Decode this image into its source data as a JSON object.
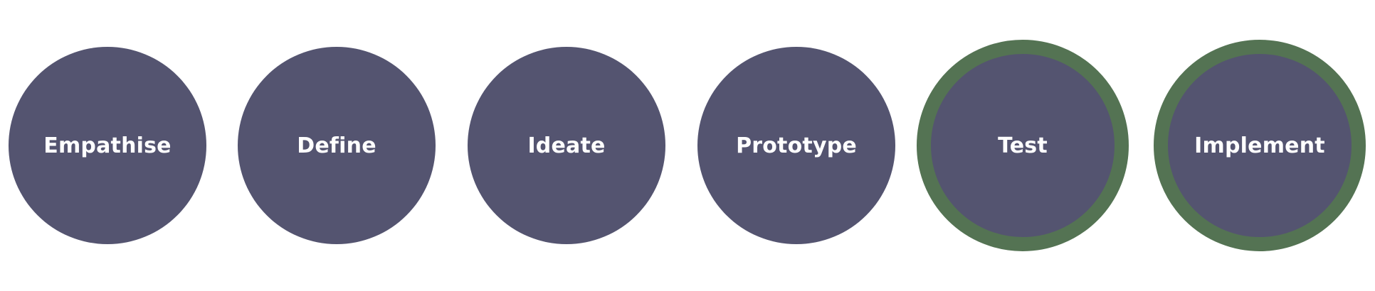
{
  "colors": {
    "circle_fill": "#545470",
    "highlight_ring": "#547353",
    "label_text": "#ffffff",
    "background": "#ffffff"
  },
  "stages": [
    {
      "label": "Empathise",
      "highlighted": false
    },
    {
      "label": "Define",
      "highlighted": false
    },
    {
      "label": "Ideate",
      "highlighted": false
    },
    {
      "label": "Prototype",
      "highlighted": false
    },
    {
      "label": "Test",
      "highlighted": true
    },
    {
      "label": "Implement",
      "highlighted": true
    }
  ]
}
